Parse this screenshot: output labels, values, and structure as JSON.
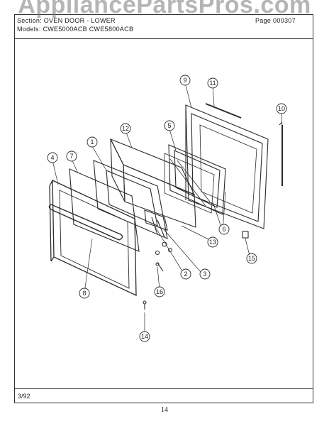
{
  "watermark": "AppliancePartsPros.com",
  "header": {
    "section_label": "Section:",
    "section_value": "OVEN DOOR - LOWER",
    "models_label": "Models:",
    "models_value": "CWE5000ACB   CWE5800ACB",
    "page_label": "Page",
    "page_value": "000307"
  },
  "footer": {
    "date": "3/92",
    "page_number": "14"
  },
  "callouts": [
    "1",
    "2",
    "3",
    "4",
    "5",
    "6",
    "7",
    "8",
    "9",
    "10",
    "11",
    "12",
    "13",
    "14",
    "15",
    "16"
  ]
}
